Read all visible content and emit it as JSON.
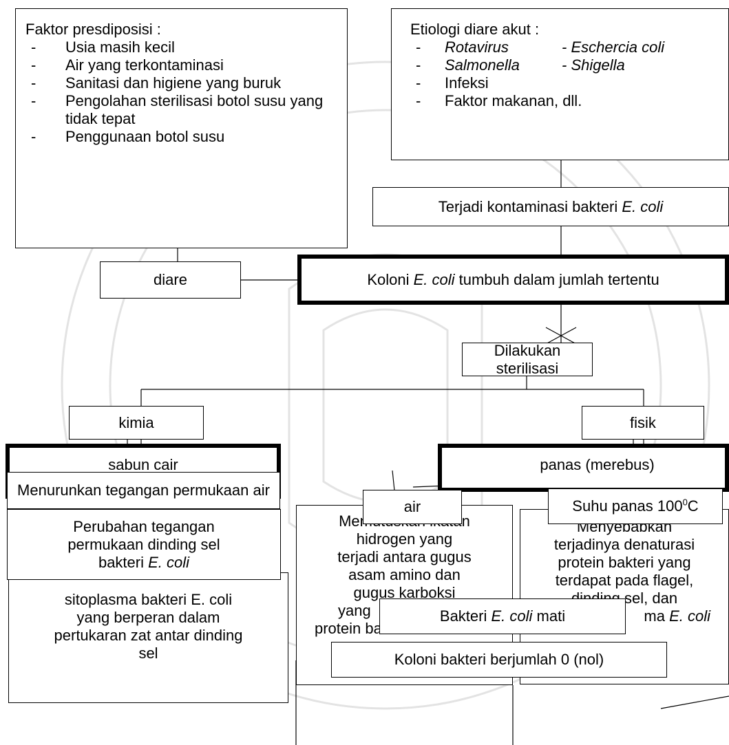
{
  "predisposisi": {
    "title": "Faktor presdiposisi :",
    "items": [
      "Usia masih kecil",
      "Air yang terkontaminasi",
      "Sanitasi dan higiene yang buruk",
      "Pengolahan sterilisasi botol susu yang tidak tepat",
      "Penggunaan botol susu"
    ]
  },
  "etiologi": {
    "title": "Etiologi diare akut :",
    "row1": [
      "Rotavirus",
      "- Eschercia coli"
    ],
    "row2": [
      "Salmonella",
      "- Shigella"
    ],
    "items": [
      "Infeksi",
      "Faktor makanan, dll."
    ]
  },
  "kontaminasi": {
    "text": "Terjadi kontaminasi bakteri ",
    "ital": "E. coli"
  },
  "diare": "diare",
  "koloni": {
    "pre": "Koloni ",
    "ital": "E. coli",
    "post": " tumbuh dalam jumlah tertentu"
  },
  "sterilisasi": "Dilakukan sterilisasi",
  "kimia": "kimia",
  "fisik": "fisik",
  "sabun": "sabun cair",
  "panas": "panas (merebus)",
  "menurunkan": "Menurunkan tegangan permukaan air",
  "air": "air",
  "suhu": {
    "text": "Suhu panas 100",
    "sup": "0",
    "unit": "C"
  },
  "perubahan": {
    "l1": "Perubahan tegangan",
    "l2": "permukaan dinding sel",
    "l3": "bakteri ",
    "ital": "E. coli"
  },
  "memutuskan": [
    "Memutuskan ikatan",
    "hidrogen  yang",
    "terjadi antara gugus",
    "asam amino dan",
    "gugus karboksi",
    "yang",
    "protein bakteri E."
  ],
  "menyebabkan": [
    "Menyebabkan",
    "terjadinya denaturasi",
    "protein bakteri yang",
    "terdapat pada flagel,",
    "dinding sel, dan",
    "ma ",
    "E. coli"
  ],
  "sitoplasma": {
    "l1": "sitoplasma bakteri E. coli",
    "l2": "yang berperan dalam",
    "l3": "pertukaran zat antar dinding",
    "l4": "sel"
  },
  "mati": {
    "pre": "Bakteri ",
    "ital": "E. coli",
    "post": "  mati"
  },
  "nol": "Koloni bakteri berjumlah 0 (nol)"
}
